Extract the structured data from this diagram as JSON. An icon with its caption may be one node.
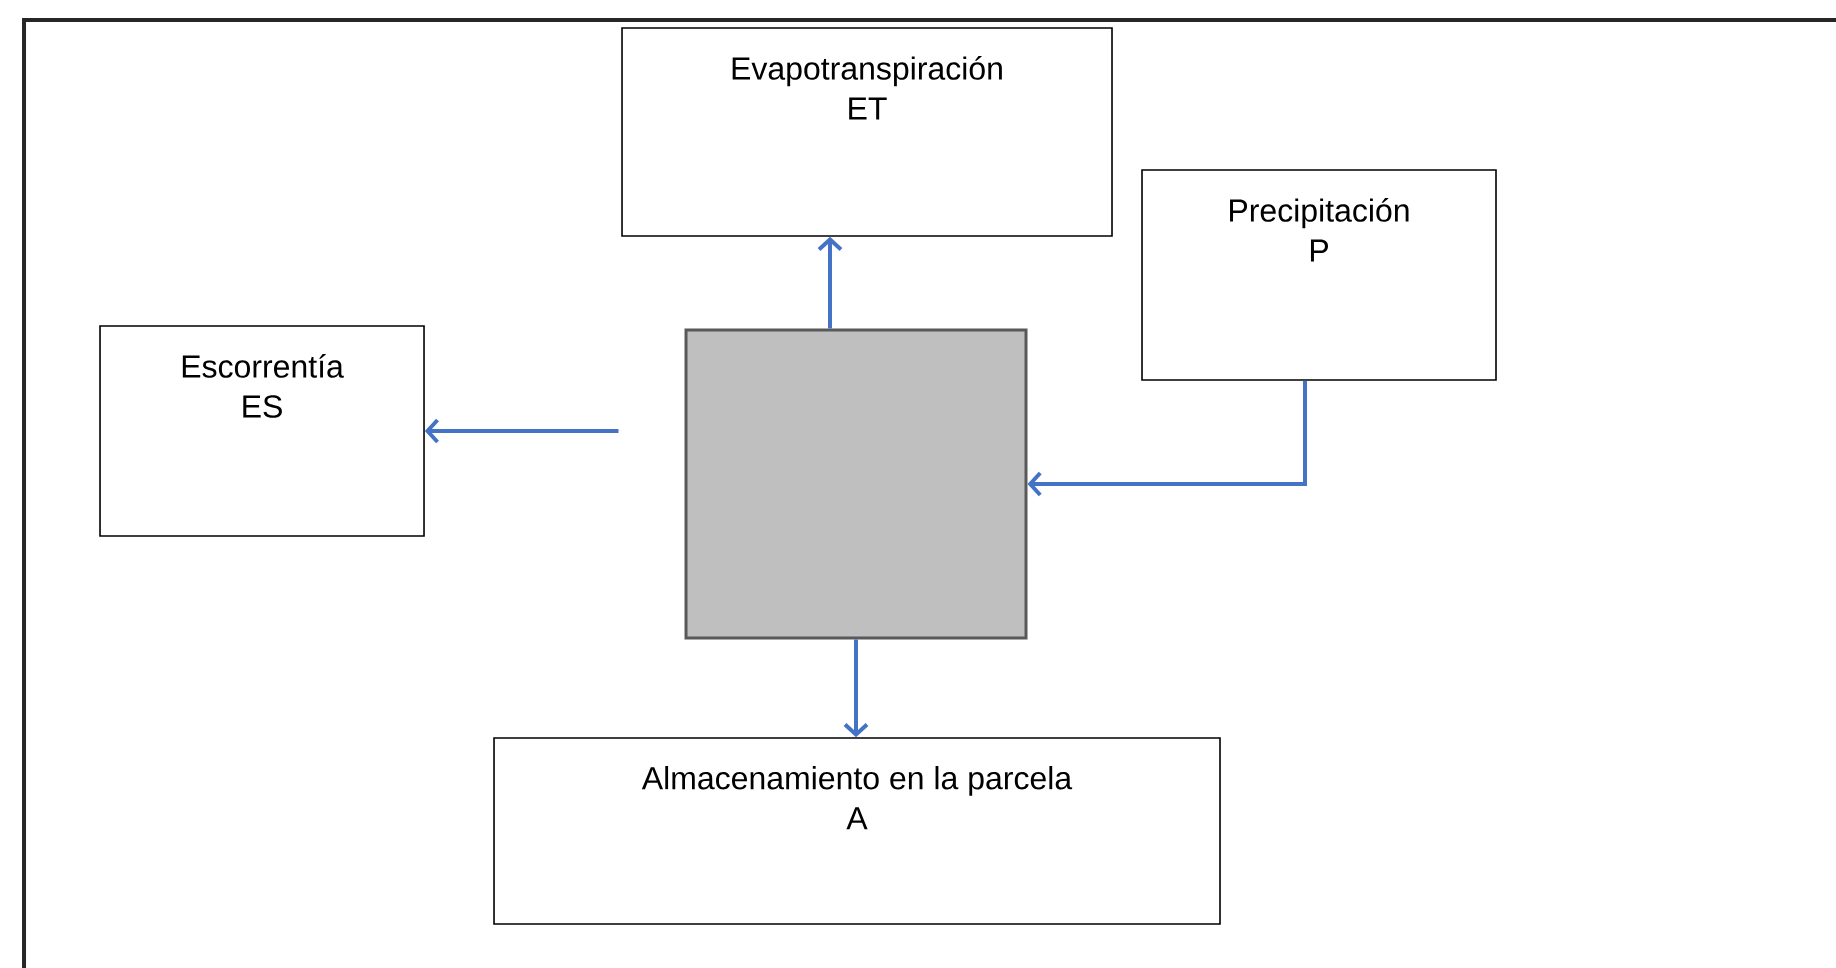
{
  "diagram": {
    "nodes": [
      {
        "text": [
          "Evapotranspiración",
          "ET"
        ]
      },
      {
        "text": [
          "Precipitación",
          "P"
        ]
      },
      {
        "text": [
          "Escorrentía",
          "ES"
        ]
      },
      {
        "text": [],
        "shape": "box"
      },
      {
        "text": [
          "Almacenamiento en la parcela",
          "A"
        ]
      }
    ],
    "edges": [
      {
        "from": 3,
        "to": 0,
        "arrow": "to"
      },
      {
        "from": 1,
        "to": 3,
        "arrow": "to"
      },
      {
        "from": 3,
        "to": 2,
        "arrow": "to"
      },
      {
        "from": 3,
        "to": 4,
        "arrow": "to"
      }
    ]
  }
}
